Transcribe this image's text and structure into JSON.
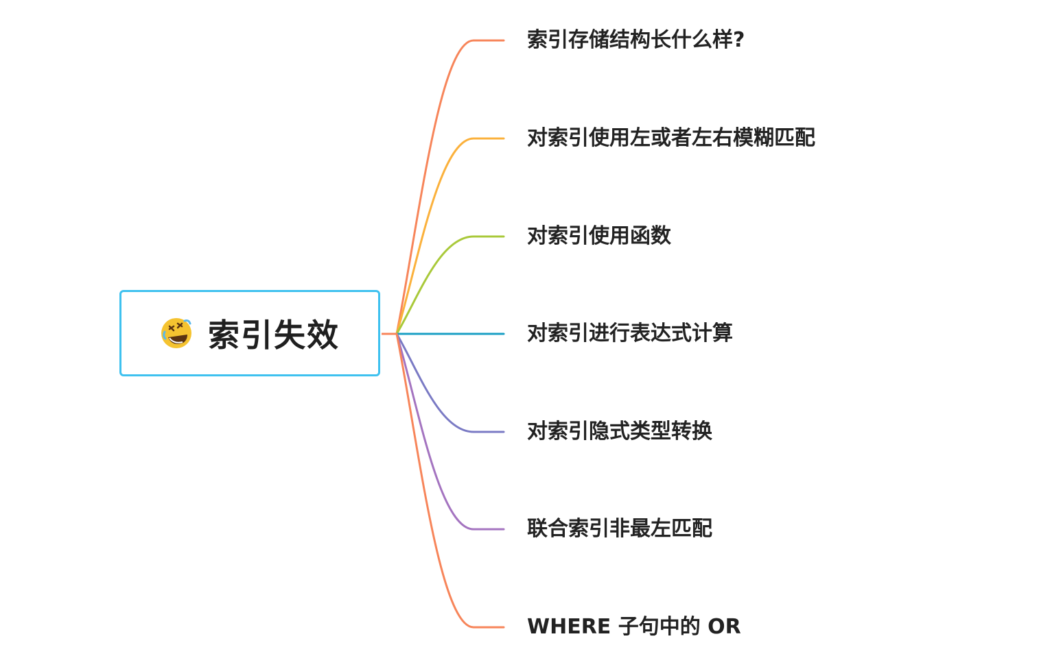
{
  "root": {
    "label": "索引失效",
    "icon": "rolling-on-floor-laughing-emoji",
    "border_color": "#3ec1ef"
  },
  "branches": [
    {
      "label": "索引存储结构长什么样?",
      "color": "#f7855a"
    },
    {
      "label": "对索引使用左或者左右模糊匹配",
      "color": "#fbb13c"
    },
    {
      "label": "对索引使用函数",
      "color": "#a9c93a"
    },
    {
      "label": "对索引进行表达式计算",
      "color": "#1a9fc4"
    },
    {
      "label": "对索引隐式类型转换",
      "color": "#7a7ac4"
    },
    {
      "label": "联合索引非最左匹配",
      "color": "#a474c0"
    },
    {
      "label": "WHERE 子句中的 OR",
      "color": "#f7855a"
    }
  ]
}
